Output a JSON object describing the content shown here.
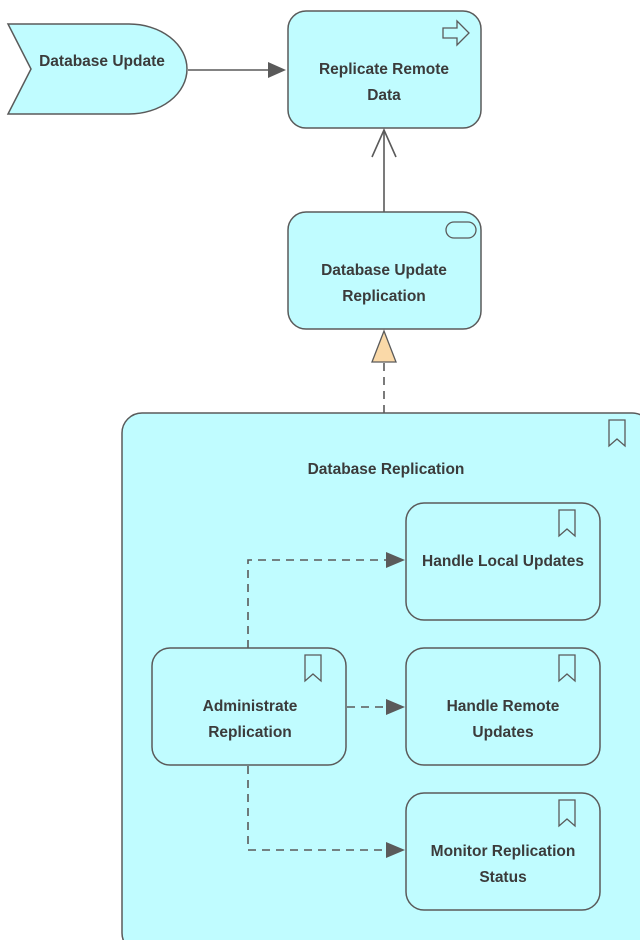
{
  "colors": {
    "fill": "#c0fcff",
    "stroke": "#5a5a5a",
    "text": "#3b3b3b",
    "realization_head": "#fad9a8"
  },
  "nodes": {
    "event": {
      "label": "Database Update",
      "icon": "event-shape"
    },
    "process": {
      "label_lines": [
        "Replicate Remote",
        "Data"
      ],
      "icon": "process-arrow-icon"
    },
    "service": {
      "label_lines": [
        "Database Update",
        "Replication"
      ],
      "icon": "service-pill-icon"
    },
    "container": {
      "label": "Database Replication",
      "icon": "function-bookmark-icon"
    },
    "administrate": {
      "label_lines": [
        "Administrate",
        "Replication"
      ],
      "icon": "function-bookmark-icon"
    },
    "handle_local": {
      "label": "Handle Local Updates",
      "icon": "function-bookmark-icon"
    },
    "handle_remote": {
      "label_lines": [
        "Handle Remote",
        "Updates"
      ],
      "icon": "function-bookmark-icon"
    },
    "monitor": {
      "label_lines": [
        "Monitor Replication",
        "Status"
      ],
      "icon": "function-bookmark-icon"
    }
  },
  "connectors": [
    {
      "from": "event",
      "to": "process",
      "type": "triggering"
    },
    {
      "from": "service",
      "to": "process",
      "type": "serving"
    },
    {
      "from": "container",
      "to": "service",
      "type": "realization"
    },
    {
      "from": "administrate",
      "to": "handle_local",
      "type": "flow"
    },
    {
      "from": "administrate",
      "to": "handle_remote",
      "type": "flow"
    },
    {
      "from": "administrate",
      "to": "monitor",
      "type": "flow"
    }
  ]
}
